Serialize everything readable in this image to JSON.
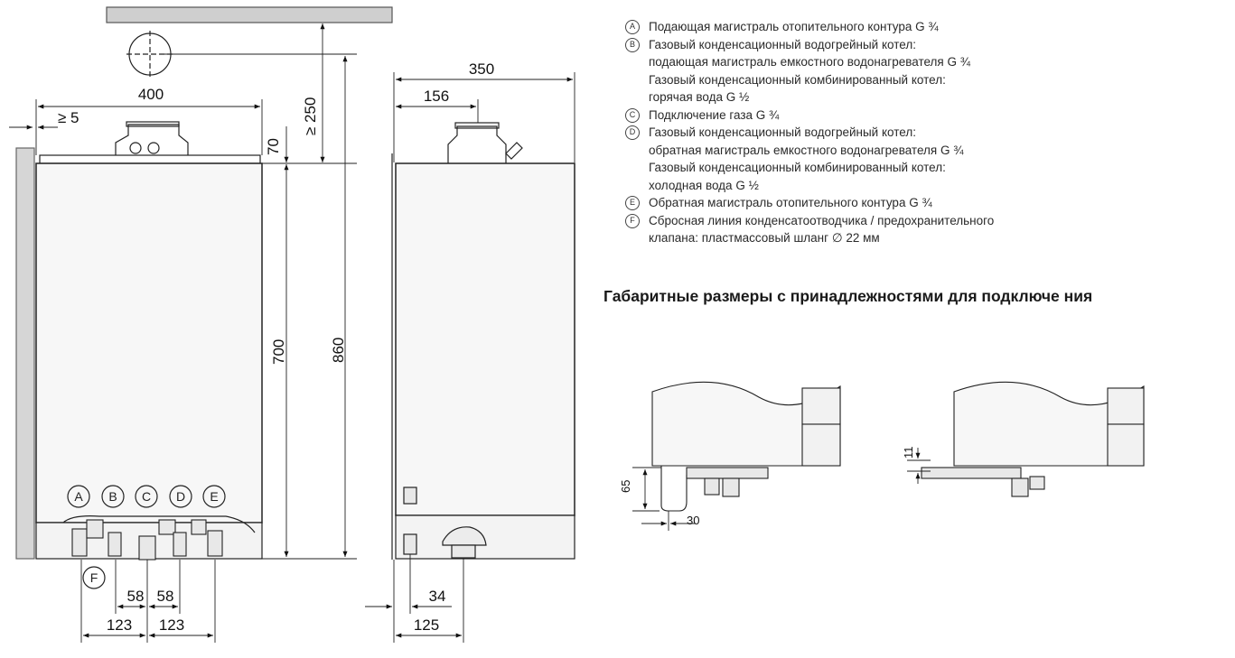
{
  "dimensions": {
    "front_width": "400",
    "front_offset": "≥ 5",
    "top_clearance": "≥ 250",
    "top_offset": "70",
    "body_height": "700",
    "total_height": "860",
    "conn_58_left": "58",
    "conn_58_right": "58",
    "conn_123_left": "123",
    "conn_123_right": "123",
    "side_depth": "350",
    "side_flue": "156",
    "side_34": "34",
    "side_125": "125",
    "acc_65": "65",
    "acc_30": "30",
    "acc_11": "11"
  },
  "callouts": [
    "A",
    "B",
    "C",
    "D",
    "E",
    "F"
  ],
  "legend": [
    {
      "letter": "A",
      "lines": [
        "Подающая магистраль отопительного контура G ¾"
      ]
    },
    {
      "letter": "B",
      "lines": [
        "Газовый конденсационный водогрейный котел:",
        "подающая магистраль емкостного водонагревателя G ¾",
        "Газовый конденсационный комбинированный котел:",
        "горячая вода G ½"
      ]
    },
    {
      "letter": "C",
      "lines": [
        "Подключение газа G ¾"
      ]
    },
    {
      "letter": "D",
      "lines": [
        "Газовый конденсационный водогрейный котел:",
        "обратная магистраль емкостного водонагревателя G ¾",
        "Газовый конденсационный комбинированный котел:",
        "холодная вода G ½"
      ]
    },
    {
      "letter": "E",
      "lines": [
        "Обратная магистраль отопительного контура G ¾"
      ]
    },
    {
      "letter": "F",
      "lines": [
        "Сбросная линия конденсатоотводчика / предохранительного",
        "клапана: пластмассовый шланг ∅ 22 мм"
      ]
    }
  ],
  "section_title": "Габаритные размеры с принадлежностями для подключе ния"
}
